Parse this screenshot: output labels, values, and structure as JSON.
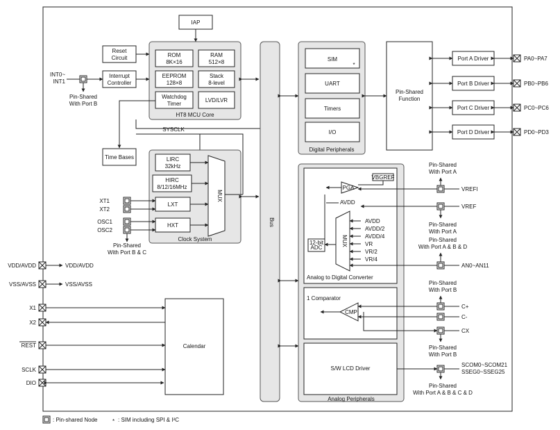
{
  "blocks": {
    "iap": "IAP",
    "reset": [
      "Reset",
      "Circuit"
    ],
    "interrupt": [
      "Interrupt",
      "Controller"
    ],
    "rom": [
      "ROM",
      "8K×16"
    ],
    "ram": [
      "RAM",
      "512×8"
    ],
    "eeprom": [
      "EEPROM",
      "128×8"
    ],
    "stack": [
      "Stack",
      "8-level"
    ],
    "watchdog": [
      "Watchdog",
      "Timer"
    ],
    "lvd": "LVD/LVR",
    "core_title": "HT8 MCU Core",
    "sysclk": "SYSCLK",
    "time_bases": "Time Bases",
    "lirc": [
      "LIRC",
      "32kHz"
    ],
    "hirc": [
      "HIRC",
      "8/12/16MHz"
    ],
    "lxt": "LXT",
    "hxt": "HXT",
    "mux": "MUX",
    "clock_title": "Clock System",
    "bus": "Bus",
    "sim": "SIM",
    "sim_star": "*",
    "uart": "UART",
    "timers": "Timers",
    "io": "I/O",
    "digital_title": "Digital Peripherals",
    "pin_shared_function": [
      "Pin-Shared",
      "Function"
    ],
    "port_a": "Port A Driver",
    "port_b": "Port B Driver",
    "port_c": "Port C Driver",
    "port_d": "Port D Driver",
    "adc_title": "Analog to Digital Converter",
    "pga": "PGA",
    "vbgref": "VBGREF",
    "avdd": "AVDD",
    "adc_block": [
      "12-bit",
      "ADC"
    ],
    "mux_inputs": [
      "AVDD",
      "AVDD/2",
      "AVDD/4",
      "VR",
      "VR/2",
      "VR/4"
    ],
    "comparator_title": "1 Comparator",
    "cmp": "CMP",
    "lcd_driver": "S/W LCD Driver",
    "analog_title": "Analog Peripherals",
    "calendar": "Calendar"
  },
  "pins": {
    "int": [
      "INT0~",
      "INT1"
    ],
    "int_shared": [
      "Pin-Shared",
      "With Port B"
    ],
    "xt1": "XT1",
    "xt2": "XT2",
    "osc1": "OSC1",
    "osc2": "OSC2",
    "osc_shared": [
      "Pin-Shared",
      "With Port B & C"
    ],
    "vdd": "VDD/AVDD",
    "vdd_out": "VDD/AVDD",
    "vss": "VSS/AVSS",
    "vss_out": "VSS/AVSS",
    "x1": "X1",
    "x2": "X2",
    "rest": "REST",
    "sclk": "SCLK",
    "dio": "DIO",
    "pa": "PA0~PA7",
    "pb": "PB0~PB6",
    "pc": "PC0~PC6",
    "pd": "PD0~PD3",
    "vrefi": "VREFI",
    "vrefi_shared": [
      "Pin-Shared",
      "With Port A"
    ],
    "vref": "VREF",
    "vref_shared": [
      "Pin-Shared",
      "With Port A"
    ],
    "an": "AN0~AN11",
    "an_shared": [
      "Pin-Shared",
      "With Port A & B & D"
    ],
    "cplus": "C+",
    "cminus": "C-",
    "cx": "CX",
    "cmp_shared_top": [
      "Pin-Shared",
      "With Port B"
    ],
    "cmp_shared_bottom": [
      "Pin-Shared",
      "With Port B"
    ],
    "lcd": [
      "SCOM0~SCOM21",
      "SSEG0~SSEG25"
    ],
    "lcd_shared": [
      "Pin-Shared",
      "With Port A & B & C & D"
    ]
  },
  "legend": {
    "node": ": Pin-shared Node",
    "star": "*",
    "sim_note": ": SIM including SPI & I²C"
  }
}
